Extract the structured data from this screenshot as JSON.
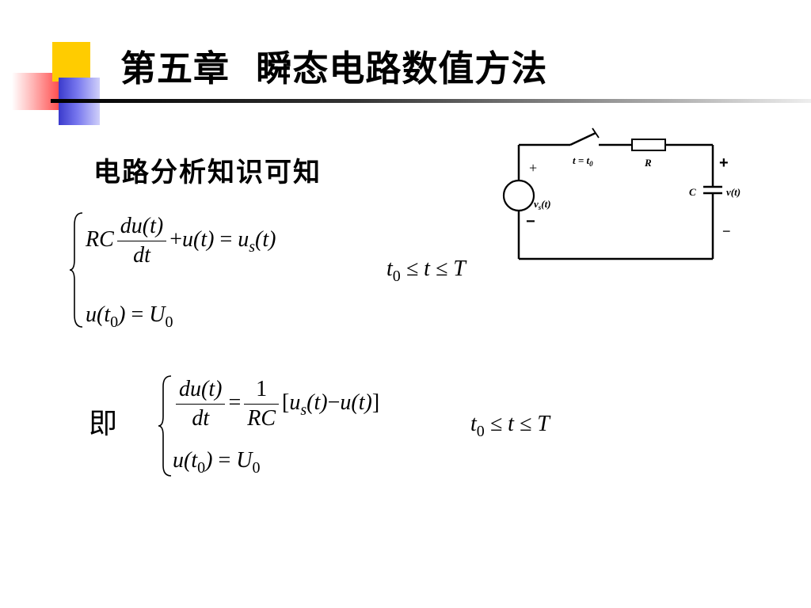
{
  "slide": {
    "title": "第五章  瞬态电路数值方法",
    "subtitle": "电路分析知识可知",
    "connector": "即"
  },
  "system1": {
    "line1": {
      "coef": "RC",
      "frac_num": "du(t)",
      "frac_den": "dt",
      "plus": "+",
      "term": "u(t)",
      "eq": "=",
      "rhs_u": "u",
      "rhs_sub": "s",
      "rhs_arg": "(t)"
    },
    "line2": {
      "lhs": "u(t",
      "lhs_sub": "0",
      "lhs_close": ")",
      "eq": "=",
      "rhs": "U",
      "rhs_sub": "0"
    },
    "domain": {
      "t": "t",
      "t_sub": "0",
      "rel": " ≤ t ≤ T"
    }
  },
  "system2": {
    "line1": {
      "frac_num": "du(t)",
      "frac_den": "dt",
      "eq": "=",
      "coef_num": "1",
      "coef_den": "RC",
      "open": "[",
      "us": "u",
      "us_sub": "s",
      "us_arg": "(t)",
      "minus": "−",
      "u": "u(t)",
      "close": "]"
    },
    "line2": {
      "lhs": "u(t",
      "lhs_sub": "0",
      "lhs_close": ")",
      "eq": "=",
      "rhs": "U",
      "rhs_sub": "0"
    },
    "domain": {
      "t": "t",
      "t_sub": "0",
      "rel": " ≤ t ≤ T"
    }
  },
  "circuit": {
    "switch_label": "t = t",
    "switch_sub": "0",
    "resistor_label": "R",
    "capacitor_label": "C",
    "source_label": "v",
    "source_sub": "s",
    "source_arg": "(t)",
    "source_plus": "+",
    "source_minus": "−",
    "output_label": "v(t)",
    "output_plus": "+",
    "output_minus": "−"
  },
  "colors": {
    "accent_yellow": "#ffcc00",
    "accent_blue": "#3a3acc",
    "accent_red": "#ff3a3a"
  }
}
